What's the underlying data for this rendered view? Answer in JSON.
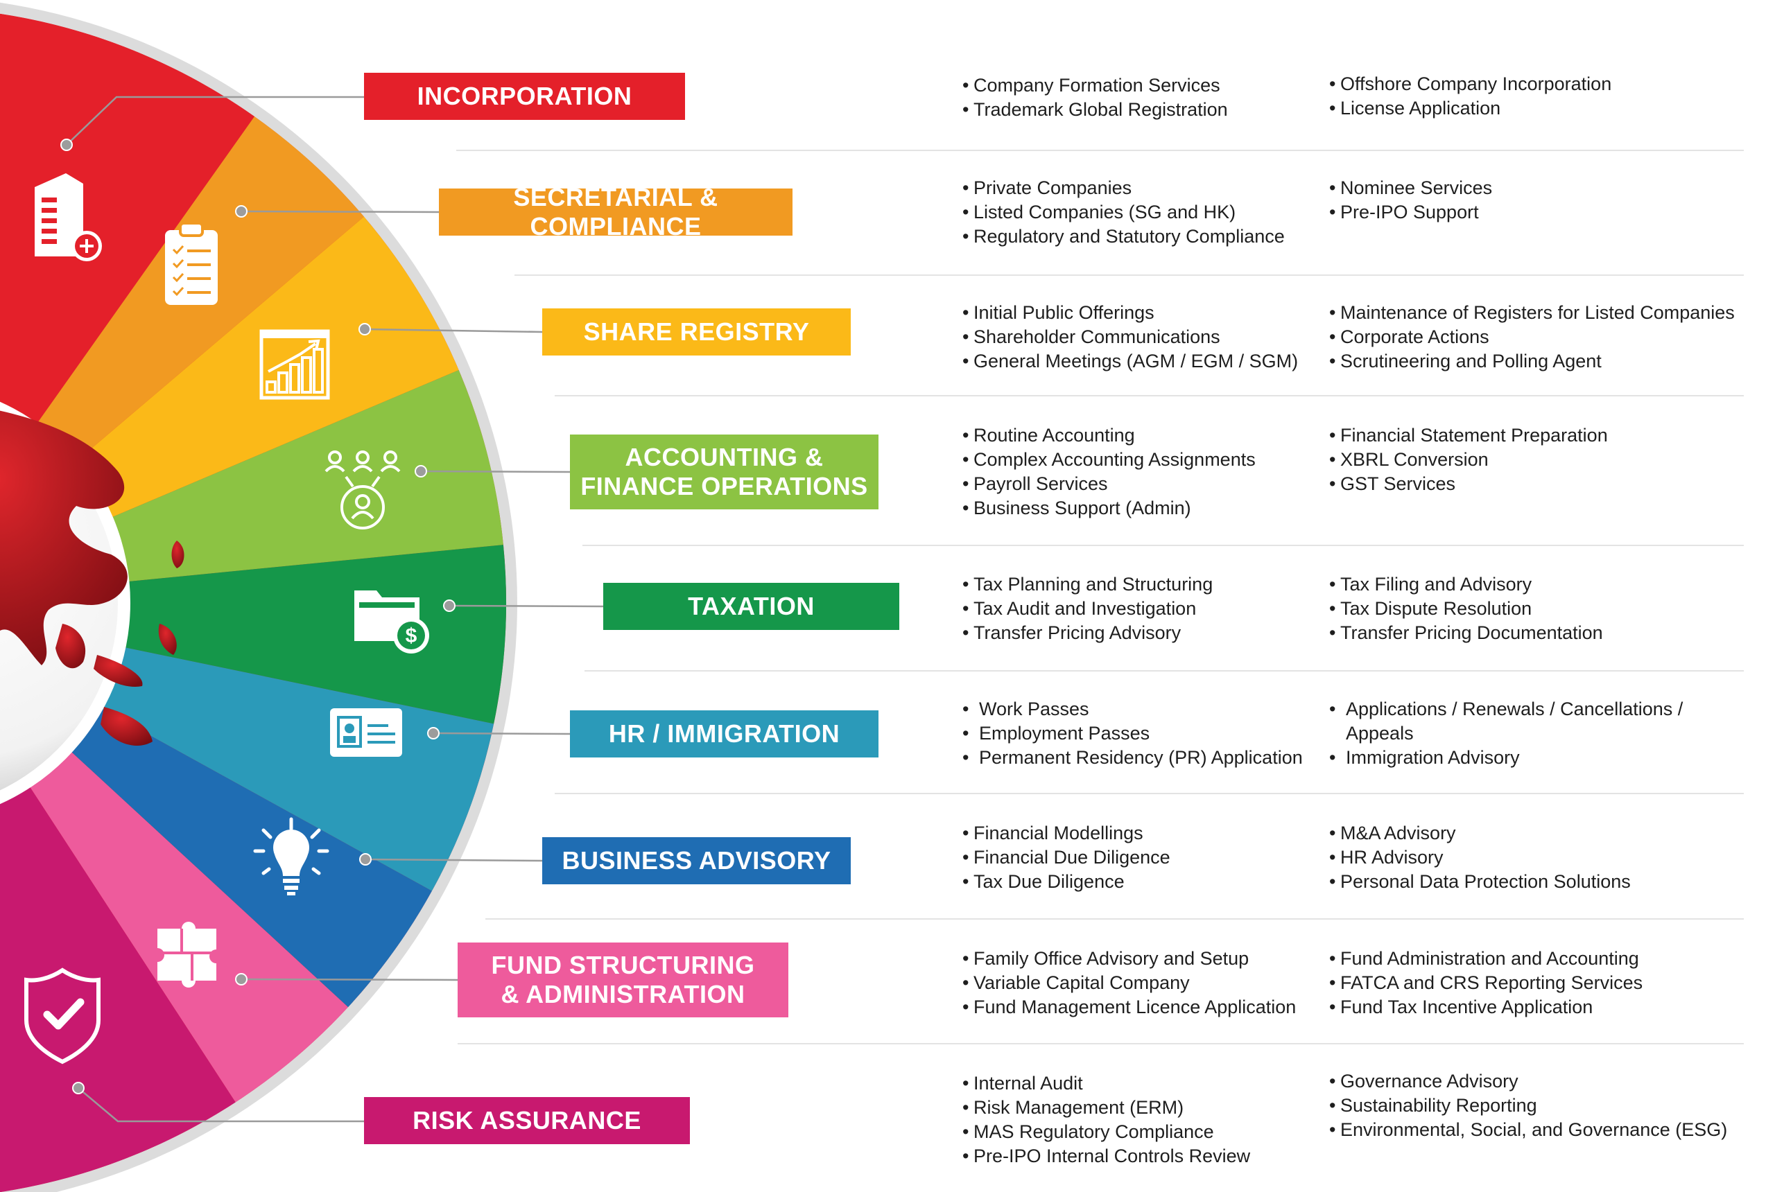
{
  "colors": {
    "wheel_outer_ring": "#dcdcdc",
    "connector_line": "#9a9a9a",
    "divider": "#e3e3e3",
    "text": "#1e1e1e"
  },
  "services": [
    {
      "key": "incorporation",
      "title": "INCORPORATION",
      "color": "#e4202a",
      "icon": "building-add-icon",
      "col1": [
        "Company Formation Services",
        "Trademark Global Registration"
      ],
      "col2": [
        "Offshore Company Incorporation",
        "License Application"
      ]
    },
    {
      "key": "secretarial",
      "title": "SECRETARIAL & COMPLIANCE",
      "color": "#f19a22",
      "icon": "clipboard-checklist-icon",
      "col1": [
        "Private Companies",
        "Listed Companies (SG and HK)",
        "Regulatory and Statutory Compliance"
      ],
      "col2": [
        "Nominee Services",
        "Pre-IPO Support"
      ]
    },
    {
      "key": "share-registry",
      "title": "SHARE REGISTRY",
      "color": "#fbb918",
      "icon": "growth-chart-icon",
      "col1": [
        "Initial Public Offerings",
        "Shareholder Communications",
        "General Meetings (AGM / EGM / SGM)"
      ],
      "col2": [
        "Maintenance of Registers for Listed Companies",
        "Corporate Actions",
        "Scrutineering and Polling Agent"
      ]
    },
    {
      "key": "accounting",
      "title": "ACCOUNTING &\nFINANCE OPERATIONS",
      "color": "#8cc343",
      "icon": "team-network-icon",
      "col1": [
        "Routine Accounting",
        "Complex Accounting Assignments",
        "Payroll Services",
        "Business Support (Admin)"
      ],
      "col2": [
        "Financial Statement Preparation",
        "XBRL Conversion",
        "GST Services"
      ]
    },
    {
      "key": "taxation",
      "title": "TAXATION",
      "color": "#15974a",
      "icon": "folder-dollar-icon",
      "col1": [
        "Tax Planning and Structuring",
        "Tax Audit and Investigation",
        "Transfer Pricing Advisory"
      ],
      "col2": [
        "Tax Filing and Advisory",
        "Tax Dispute Resolution",
        "Transfer Pricing Documentation"
      ]
    },
    {
      "key": "hr-immigration",
      "title": "HR / IMMIGRATION",
      "color": "#2b9ab9",
      "icon": "id-card-icon",
      "col1": [
        "Work Passes",
        "Employment Passes",
        "Permanent Residency (PR) Application"
      ],
      "col2": [
        "Applications / Renewals / Cancellations / Appeals",
        "Immigration Advisory"
      ]
    },
    {
      "key": "business-advisory",
      "title": "BUSINESS ADVISORY",
      "color": "#1f6db3",
      "icon": "lightbulb-icon",
      "col1": [
        "Financial Modellings",
        "Financial Due Diligence",
        "Tax Due Diligence"
      ],
      "col2": [
        "M&A Advisory",
        "HR Advisory",
        "Personal Data Protection Solutions"
      ]
    },
    {
      "key": "fund-structuring",
      "title": "FUND STRUCTURING\n& ADMINISTRATION",
      "color": "#ee5b9c",
      "icon": "puzzle-icon",
      "col1": [
        "Family Office Advisory and Setup",
        "Variable Capital Company",
        "Fund Management Licence Application"
      ],
      "col2": [
        "Fund Administration and Accounting",
        "FATCA and CRS Reporting Services",
        "Fund Tax Incentive Application"
      ]
    },
    {
      "key": "risk-assurance",
      "title": "RISK ASSURANCE",
      "color": "#c8196f",
      "icon": "shield-check-icon",
      "col1": [
        "Internal Audit",
        "Risk Management (ERM)",
        "MAS Regulatory Compliance",
        "Pre-IPO Internal Controls Review"
      ],
      "col2": [
        "Governance Advisory",
        "Sustainability Reporting",
        "Environmental, Social, and Governance (ESG)"
      ]
    }
  ]
}
